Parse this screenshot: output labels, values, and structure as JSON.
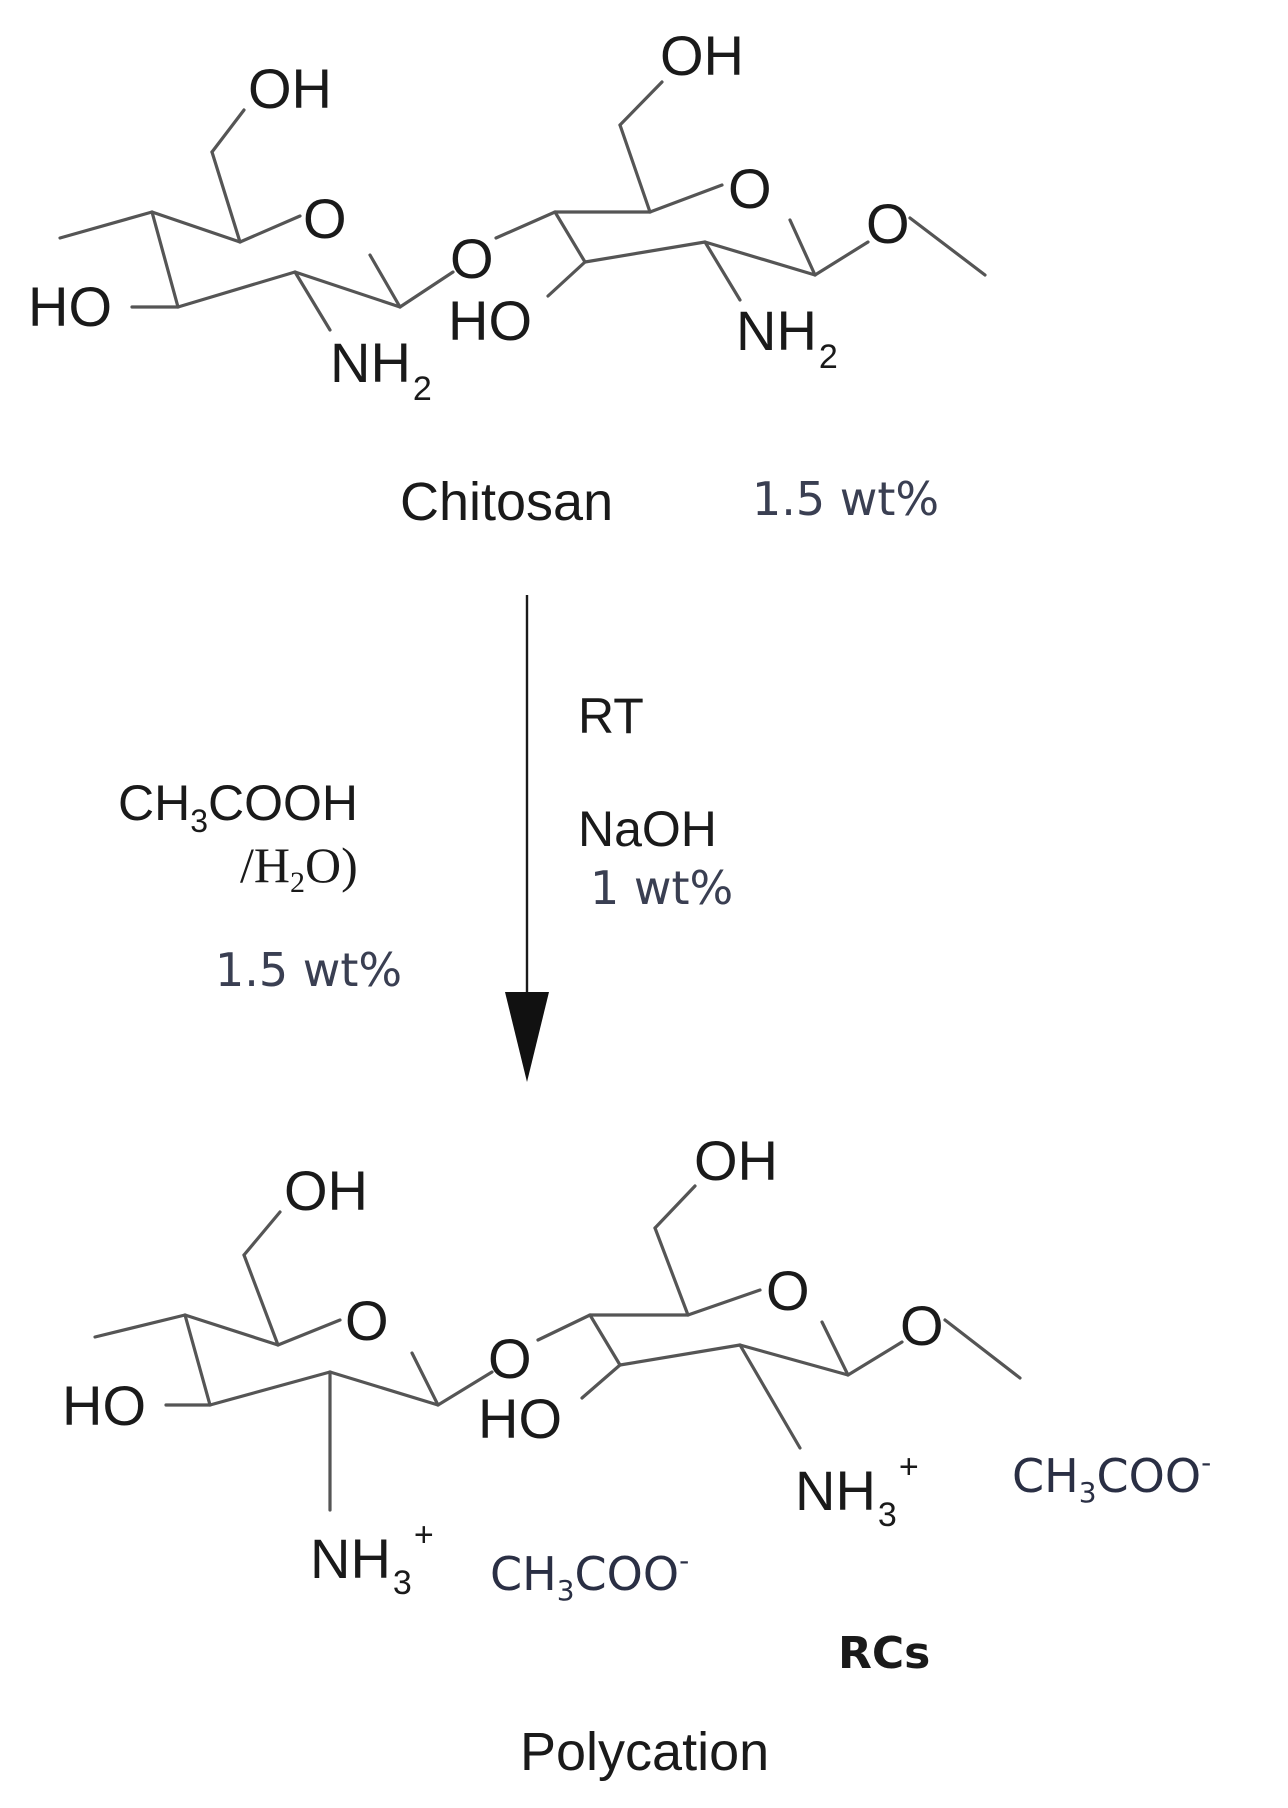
{
  "top": {
    "oh_left": "OH",
    "oh_right": "OH",
    "ring_o_left": "O",
    "ring_o_right": "O",
    "glyco_o": "O",
    "end_o": "O",
    "ho_left": "HO",
    "ho_right": "HO",
    "nh_left": "NH",
    "nh_left_sub": "2",
    "nh_right": "NH",
    "nh_right_sub": "2",
    "name": "Chitosan",
    "conc": "1.5 wt%"
  },
  "reaction": {
    "rt": "RT",
    "acid_main_a": "CH",
    "acid_main_sub": "3",
    "acid_main_b": "COOH",
    "acid_solvent_a": "/H",
    "acid_solvent_sub": "2",
    "acid_solvent_b": "O)",
    "acid_conc": "1.5 wt%",
    "base": "NaOH",
    "base_conc": "1 wt%"
  },
  "bottom": {
    "oh_left": "OH",
    "oh_right": "OH",
    "ring_o_left": "O",
    "ring_o_right": "O",
    "glyco_o": "O",
    "end_o": "O",
    "ho_left": "HO",
    "ho_right": "HO",
    "nh3_left": "NH",
    "nh3_left_sub": "3",
    "nh3_left_sup": "+",
    "nh3_right": "NH",
    "nh3_right_sub": "3",
    "nh3_right_sup": "+",
    "counter_ion_a": "CH",
    "counter_ion_sub": "3",
    "counter_ion_b": "COO",
    "counter_ion_sup": "-",
    "counter_ion2_a": "CH",
    "counter_ion2_sub": "3",
    "counter_ion2_b": "COO",
    "counter_ion2_sup": "-",
    "label_bold": "RCs",
    "name": "Polycation"
  }
}
